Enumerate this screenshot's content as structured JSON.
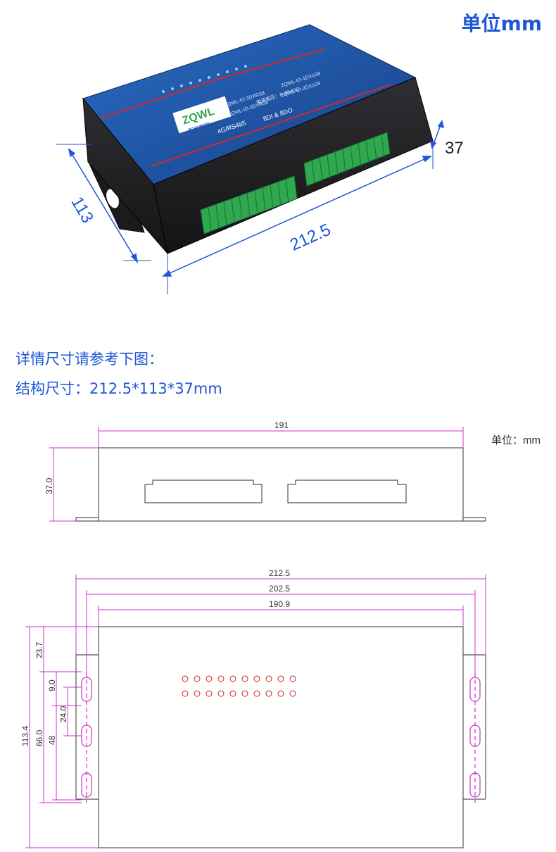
{
  "header": {
    "unit_label": "单位mm"
  },
  "photo": {
    "dim_width": "212.5",
    "dim_depth": "113",
    "dim_height": "37",
    "logo_text": "ZQWL",
    "logo_sub": "智嵌物联",
    "interface_label": "4G/RS485",
    "io_label": "8DI & 8DO",
    "model_1": "ZQWL-IO-1DXRS8",
    "model_2": "ZQWL-IO-1DX1S8",
    "model_3": "ZQWL-IO-2DXRS8",
    "model_4": "ZQWL-IO-2DX1S8",
    "power_label": "电源电压：6-30VDC"
  },
  "description": {
    "line1": "详情尺寸请参考下图：",
    "line2": "结构尺寸：212.5*113*37mm"
  },
  "drawing": {
    "unit_label": "单位：mm",
    "front_view": {
      "width": "191",
      "height": "37.0"
    },
    "top_view": {
      "w_outer": "212.5",
      "w_mid": "202.5",
      "w_inner": "190.9",
      "h_total": "113.4",
      "h_top": "23.7",
      "h_slot": "9.0",
      "h_mid": "24.0",
      "h_66": "66.0",
      "h_48": "48"
    }
  },
  "colors": {
    "accent": "#1e56d6",
    "device_blue": "#1b4f9c",
    "terminal_green": "#2fa84f",
    "dimension_magenta": "#cc33cc",
    "led_red": "#cc2222"
  }
}
